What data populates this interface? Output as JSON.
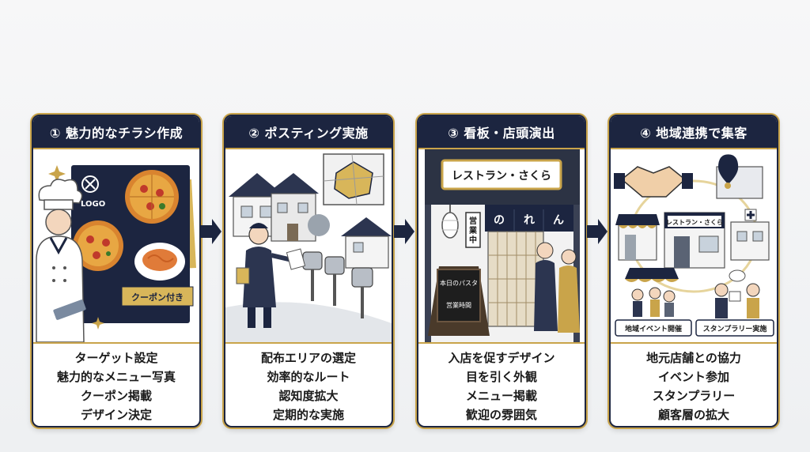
{
  "steps": [
    {
      "title": "① 魅力的なチラシ作成",
      "flyer": {
        "logo": "LOGO",
        "coupon": "クーポン付き"
      },
      "lines": [
        "ターゲット設定",
        "魅力的なメニュー写真",
        "クーポン掲載",
        "デザイン決定"
      ]
    },
    {
      "title": "② ポスティング実施",
      "lines": [
        "配布エリアの選定",
        "効率的なルート",
        "認知度拡大",
        "定期的な実施"
      ]
    },
    {
      "title": "③ 看板・店頭演出",
      "signboard": "レストラン・さくら",
      "noren": [
        "の",
        "れ",
        "ん"
      ],
      "open_sign": "営業中",
      "standboard": [
        "本日のパスタ",
        "営業時間"
      ],
      "lines": [
        "入店を促すデザイン",
        "目を引く外観",
        "メニュー掲載",
        "歓迎の雰囲気"
      ]
    },
    {
      "title": "④ 地域連携で集客",
      "shop_sign": "レストラン・さくら",
      "event_label": "地域イベント開催",
      "stamp_label": "スタンプラリー実施",
      "lines": [
        "地元店舗との協力",
        "イベント参加",
        "スタンプラリー",
        "顧客層の拡大"
      ]
    }
  ],
  "colors": {
    "navy": "#1c2540",
    "gold": "#c9a44a",
    "card_bg": "#ffffff"
  }
}
